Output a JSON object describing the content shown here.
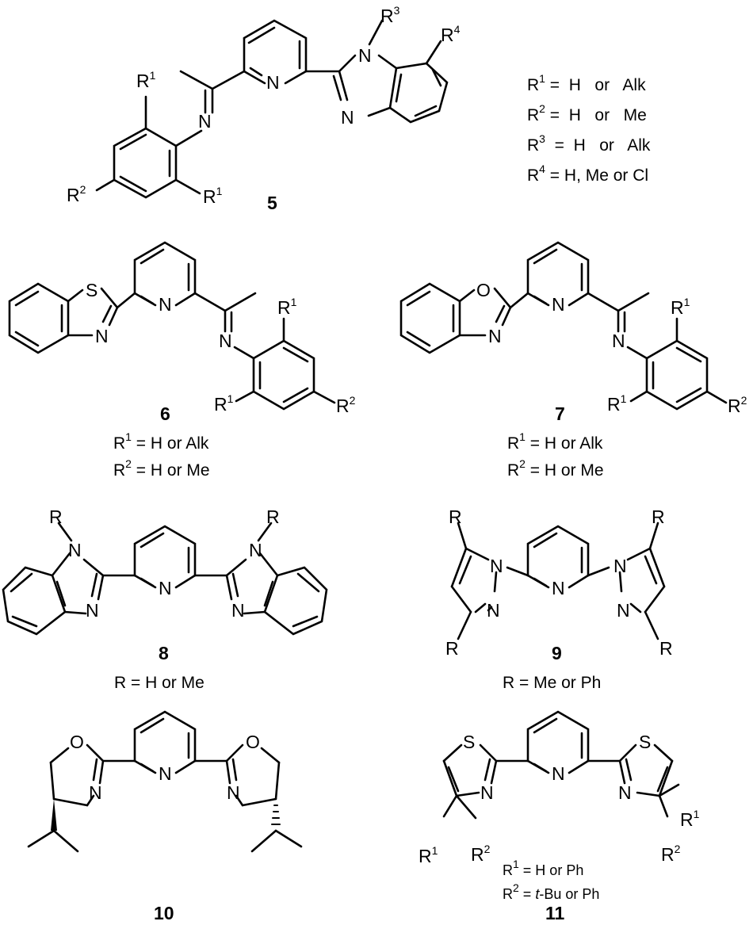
{
  "atom_symbols": {
    "N": "N",
    "S": "S",
    "O": "O",
    "R": "R",
    "R1": "1",
    "R2": "2",
    "R3": "3",
    "R4": "4"
  },
  "compounds": [
    {
      "number": "5",
      "substituents": [
        {
          "sym": "R",
          "sup": "1",
          "text": " =  H   or   Alk"
        },
        {
          "sym": "R",
          "sup": "2",
          "text": " =  H   or   Me"
        },
        {
          "sym": "R",
          "sup": "3",
          "text": "  =  H   or   Alk"
        },
        {
          "sym": "R",
          "sup": "4",
          "text": " = H, Me or Cl"
        }
      ]
    },
    {
      "number": "6",
      "substituents": [
        {
          "sym": "R",
          "sup": "1",
          "text": " = H or Alk"
        },
        {
          "sym": "R",
          "sup": "2",
          "text": " = H or Me"
        }
      ]
    },
    {
      "number": "7",
      "substituents": [
        {
          "sym": "R",
          "sup": "1",
          "text": " = H or Alk"
        },
        {
          "sym": "R",
          "sup": "2",
          "text": " = H or Me"
        }
      ]
    },
    {
      "number": "8",
      "substituents": [
        {
          "sym": "",
          "sup": "",
          "text": "R = H or Me"
        }
      ]
    },
    {
      "number": "9",
      "substituents": [
        {
          "sym": "",
          "sup": "",
          "text": "R = Me or Ph"
        }
      ]
    },
    {
      "number": "10",
      "substituents": []
    },
    {
      "number": "11",
      "substituents": [
        {
          "sym": "R",
          "sup": "1",
          "text": " = H or Ph"
        },
        {
          "sym": "R",
          "sup": "2",
          "text": " = ",
          "italic": "t",
          "tail": "-Bu or Ph"
        }
      ]
    }
  ]
}
